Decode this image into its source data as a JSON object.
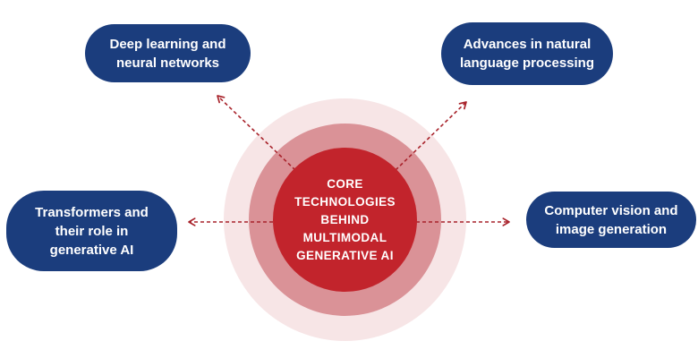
{
  "center": {
    "label": "CORE TECHNOLOGIES BEHIND MULTIMODAL GENERATIVE AI",
    "lines": [
      "CORE",
      "TECHNOLOGIES",
      "BEHIND",
      "MULTIMODAL",
      "GENERATIVE AI"
    ]
  },
  "nodes": [
    {
      "id": "deep-learning",
      "label": "Deep learning and neural networks",
      "lines": [
        "Deep learning and",
        "neural networks"
      ]
    },
    {
      "id": "natural-language-processing",
      "label": "Advances in natural language processing",
      "lines": [
        "Advances in natural",
        "language processing"
      ]
    },
    {
      "id": "transformers",
      "label": "Transformers and their role in generative AI",
      "lines": [
        "Transformers and",
        "their role in",
        "generative AI"
      ]
    },
    {
      "id": "computer-vision",
      "label": "Computer vision and image generation",
      "lines": [
        "Computer vision and",
        "image generation"
      ]
    }
  ],
  "colors": {
    "node-bg": "#1b3d7d",
    "node-text": "#ffffff",
    "center-bg": "#c2242c",
    "center-text": "#ffffff",
    "ring-middle": "#da9297",
    "ring-outer": "#f7e5e6",
    "arrow": "#a8232b",
    "background": "#ffffff"
  }
}
